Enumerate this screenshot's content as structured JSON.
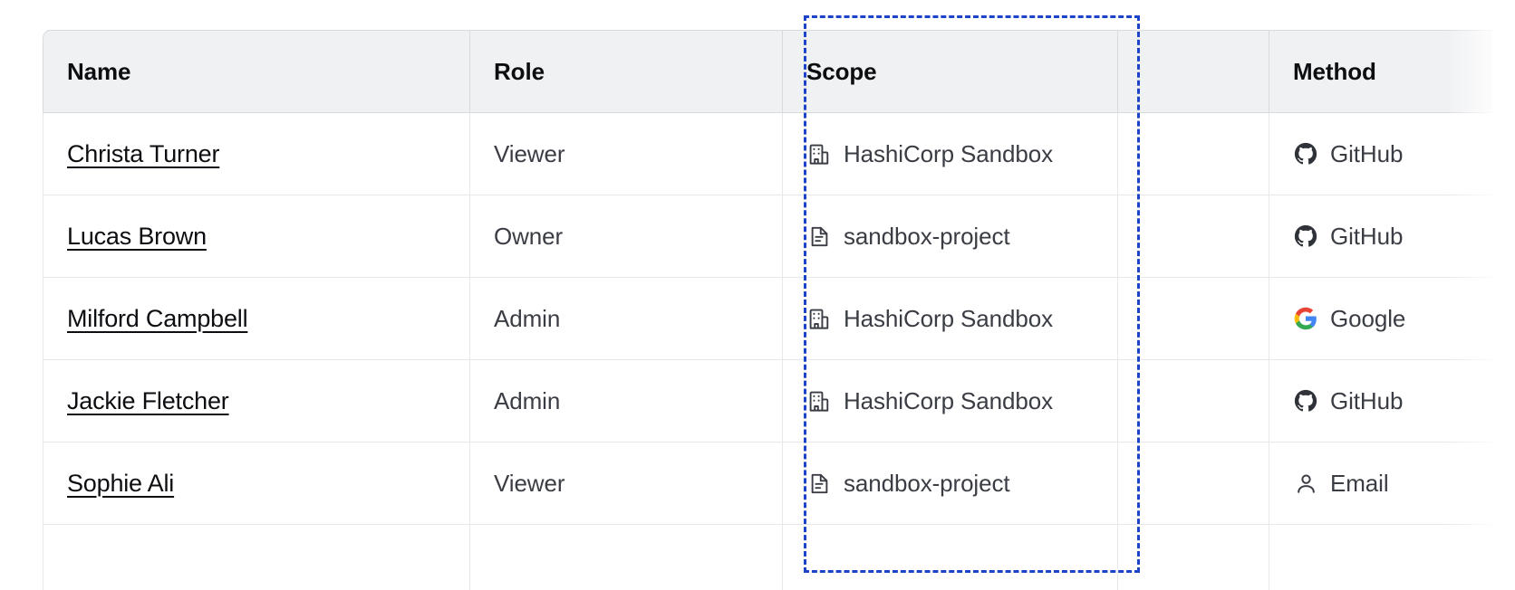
{
  "table": {
    "columns": [
      {
        "key": "name",
        "label": "Name"
      },
      {
        "key": "role",
        "label": "Role"
      },
      {
        "key": "scope",
        "label": "Scope"
      },
      {
        "key": "blank",
        "label": ""
      },
      {
        "key": "method",
        "label": "Method"
      }
    ],
    "rows": [
      {
        "name": "Christa Turner",
        "role": "Viewer",
        "scope": "HashiCorp Sandbox",
        "scope_icon": "org-building-icon",
        "method": "GitHub",
        "method_icon": "github-icon"
      },
      {
        "name": "Lucas Brown",
        "role": "Owner",
        "scope": "sandbox-project",
        "scope_icon": "project-document-icon",
        "method": "GitHub",
        "method_icon": "github-icon"
      },
      {
        "name": "Milford Campbell",
        "role": "Admin",
        "scope": "HashiCorp Sandbox",
        "scope_icon": "org-building-icon",
        "method": "Google",
        "method_icon": "google-icon"
      },
      {
        "name": "Jackie Fletcher",
        "role": "Admin",
        "scope": "HashiCorp Sandbox",
        "scope_icon": "org-building-icon",
        "method": "GitHub",
        "method_icon": "github-icon"
      },
      {
        "name": "Sophie Ali",
        "role": "Viewer",
        "scope": "sandbox-project",
        "scope_icon": "project-document-icon",
        "method": "Email",
        "method_icon": "user-person-icon"
      },
      {
        "name": "",
        "role": "",
        "scope": "",
        "scope_icon": "",
        "method": "",
        "method_icon": ""
      }
    ]
  },
  "selection": {
    "target_column": "Scope",
    "outline_color": "#1b44c8",
    "style": "dashed"
  },
  "colors": {
    "header_bg": "#f0f1f3",
    "header_text": "#0c0e11",
    "body_text": "#3b3d45",
    "link_text": "#0c0e11",
    "border": "#e6e8eb",
    "header_border": "#d8dade",
    "page_bg": "#ffffff",
    "google_blue": "#4285f4",
    "google_red": "#ea4335",
    "google_yellow": "#fbbc05",
    "google_green": "#34a853",
    "github_dark": "#2f3238"
  }
}
